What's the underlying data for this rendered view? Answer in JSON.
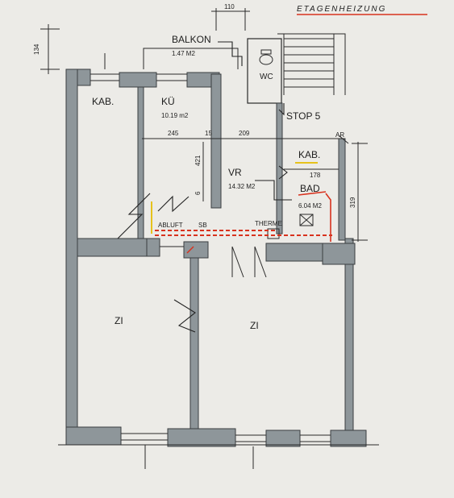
{
  "header": {
    "note": "ETAGENHEIZUNG",
    "underline_color": "#d8321e"
  },
  "rooms": {
    "balkon": "BALKON",
    "balkon_area": "1.47 M2",
    "wc": "WC",
    "kab1": "KAB.",
    "kue": "KÜ",
    "kue_area": "10.19 m2",
    "vr": "VR",
    "vr_area": "14.32 M2",
    "kab2": "KAB.",
    "bad": "BAD",
    "bad_area": "6.04 M2",
    "zi1": "ZI",
    "zi2": "ZI",
    "stop": "STOP 5",
    "ar": "AR"
  },
  "dimensions": {
    "d110": "110",
    "d134": "134",
    "d245": "245",
    "d15": "15",
    "d209": "209",
    "d421": "421",
    "d178": "178",
    "d319": "319",
    "d6": "6"
  },
  "labels": {
    "abluft": "ABLUFT",
    "thermo": "THERME",
    "s": "SB"
  },
  "colors": {
    "wall": "#8e969a",
    "pipe_red": "#d8321e",
    "pipe_yellow": "#e6c21c",
    "paper": "#ecebe7"
  }
}
